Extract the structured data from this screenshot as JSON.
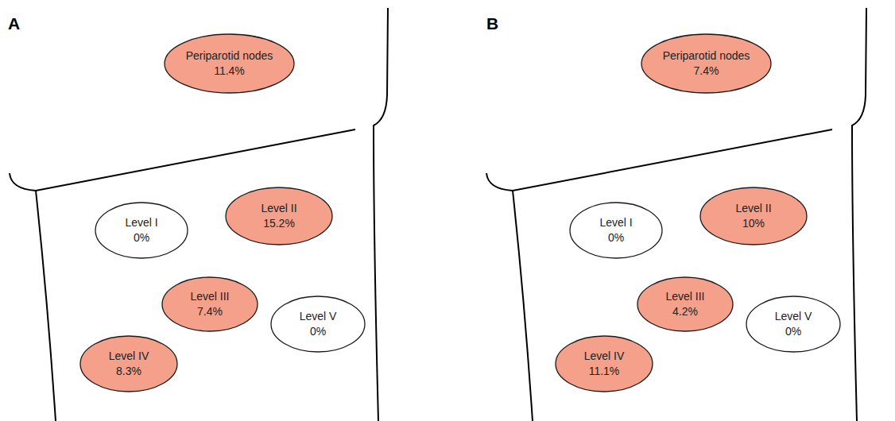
{
  "diagram": {
    "nodes": [
      {
        "text": [
          "Periparotid nodes",
          "11.4%"
        ]
      },
      {
        "text": [
          "Level I",
          "0%"
        ]
      },
      {
        "text": [
          "Level II",
          "15.2%"
        ]
      },
      {
        "text": [
          "Level III",
          "7.4%"
        ]
      },
      {
        "text": [
          "Level V",
          "0%"
        ]
      },
      {
        "text": [
          "Level IV",
          "8.3%"
        ]
      },
      {
        "text": [
          "Periparotid nodes",
          "7.4%"
        ]
      },
      {
        "text": [
          "Level I",
          "0%"
        ]
      },
      {
        "text": [
          "Level II",
          "10%"
        ]
      },
      {
        "text": [
          "Level III",
          "4.2%"
        ]
      },
      {
        "text": [
          "Level V",
          "0%"
        ]
      },
      {
        "text": [
          "Level IV",
          "11.1%"
        ]
      }
    ],
    "labels": [
      "A",
      "B"
    ]
  }
}
